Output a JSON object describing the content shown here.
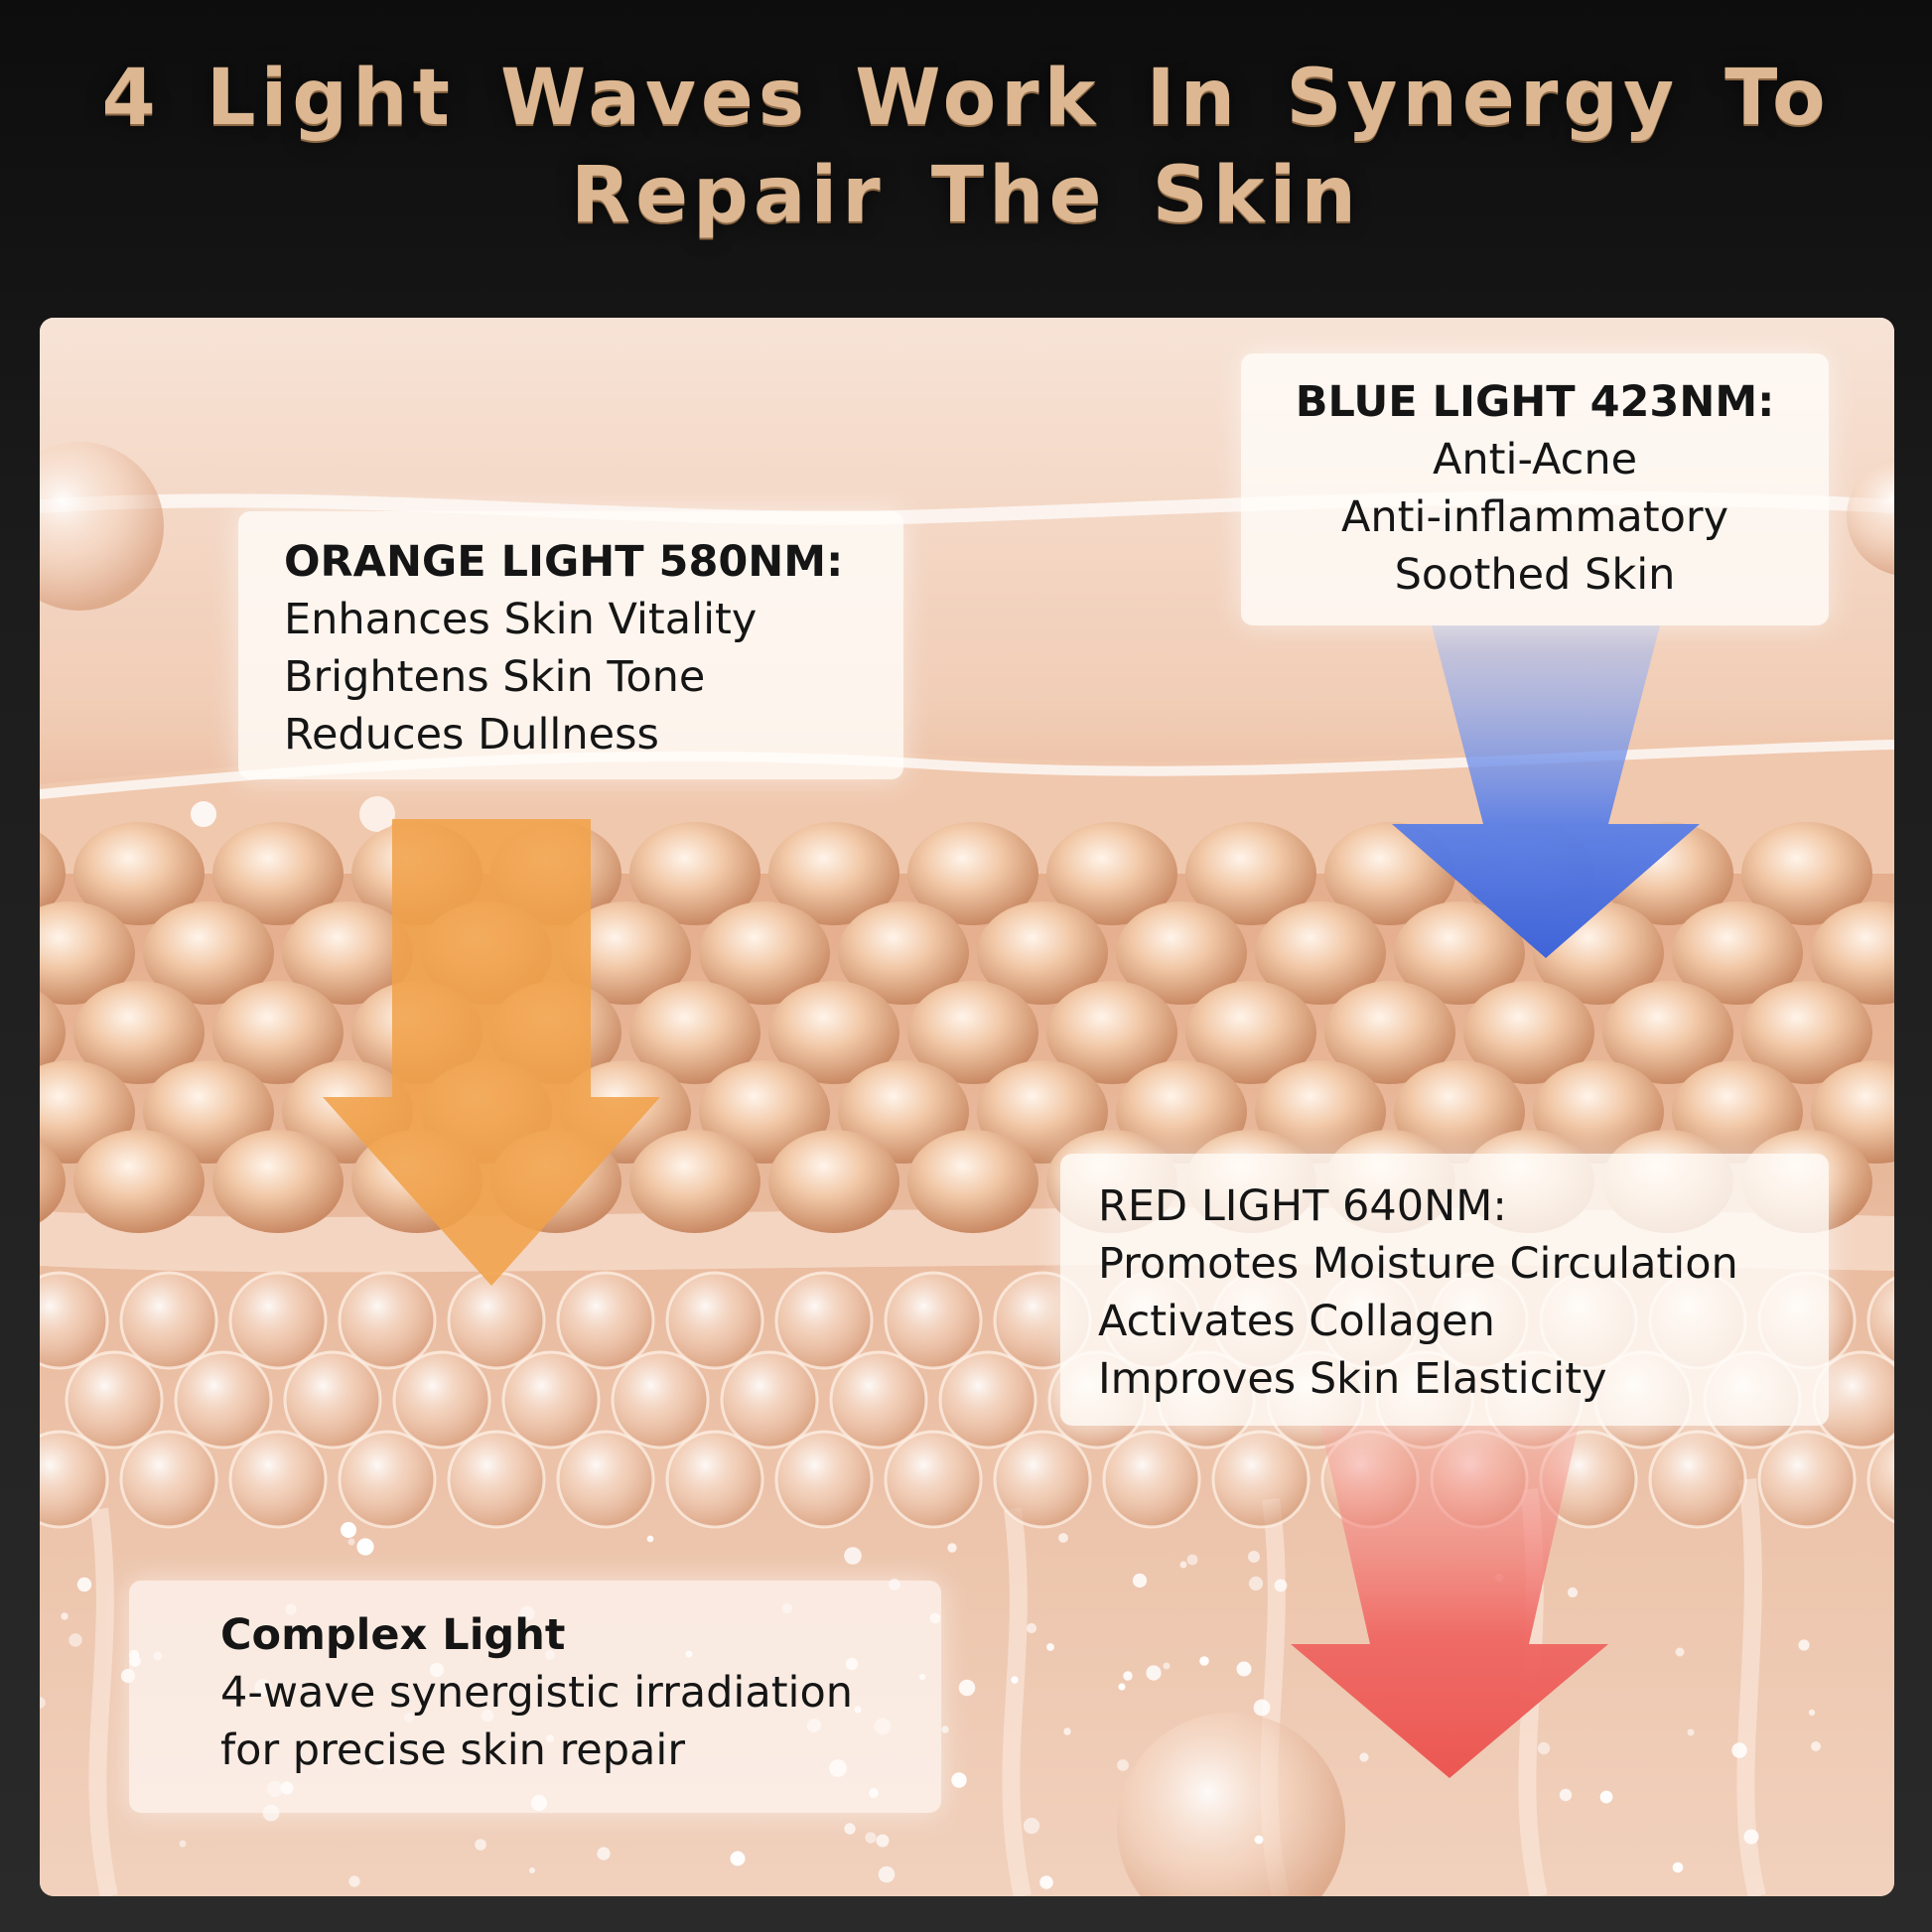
{
  "headline": {
    "line1": "4 Light Waves Work In Synergy To",
    "line2": "Repair The Skin"
  },
  "orange_card": {
    "heading": "ORANGE LIGHT 580NM:",
    "lines": [
      "Enhances Skin Vitality",
      "Brightens Skin Tone",
      "Reduces Dullness"
    ]
  },
  "blue_card": {
    "heading": "BLUE LIGHT 423NM:",
    "lines": [
      "Anti-Acne",
      "Anti-inflammatory",
      "Soothed Skin"
    ]
  },
  "red_card": {
    "heading": "RED LIGHT 640NM:",
    "lines": [
      "Promotes Moisture Circulation",
      "Activates Collagen",
      "Improves Skin Elasticity"
    ]
  },
  "complex_card": {
    "heading": "Complex Light",
    "lines": [
      "4-wave synergistic irradiation",
      "for precise skin repair"
    ]
  },
  "colors": {
    "headline_gold": "#dcb792",
    "orange_arrow": "#f0a24a",
    "blue_arrow": "#4f73e0",
    "red_arrow": "#ef6662",
    "skin_base": "#e7b898"
  },
  "icons": [
    "orange-arrow-icon",
    "blue-arrow-icon",
    "red-arrow-icon"
  ]
}
